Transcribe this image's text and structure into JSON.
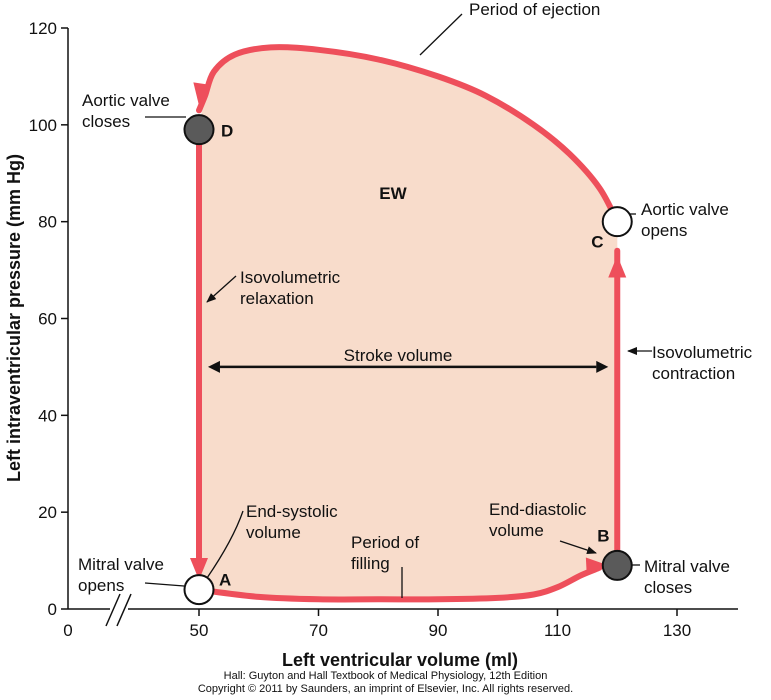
{
  "chart_data": {
    "type": "line",
    "xlabel": "Left ventricular volume (ml)",
    "ylabel": "Left intraventricular pressure (mm Hg)",
    "xlim": [
      0,
      140
    ],
    "ylim": [
      0,
      120
    ],
    "x_ticks": [
      0,
      50,
      70,
      90,
      110,
      130
    ],
    "y_ticks": [
      0,
      20,
      40,
      60,
      80,
      100,
      120
    ],
    "axis_break": "between 0 and 50 on x axis",
    "grid": false,
    "fill_color": "#f8dccb",
    "line_color": "#ee4f5b",
    "points": [
      {
        "id": "A",
        "label": "A",
        "x": 50,
        "y": 4,
        "marker": "open"
      },
      {
        "id": "B",
        "label": "B",
        "x": 120,
        "y": 9,
        "marker": "filled"
      },
      {
        "id": "C",
        "label": "C",
        "x": 120,
        "y": 80,
        "marker": "open"
      },
      {
        "id": "D",
        "label": "D",
        "x": 50,
        "y": 99,
        "marker": "filled"
      }
    ],
    "loop_path": [
      [
        50,
        4
      ],
      [
        60,
        2.5
      ],
      [
        70,
        2
      ],
      [
        80,
        2
      ],
      [
        90,
        2
      ],
      [
        100,
        2.3
      ],
      [
        106,
        3
      ],
      [
        110,
        4.5
      ],
      [
        114,
        7
      ],
      [
        120,
        9
      ],
      [
        120,
        80
      ],
      [
        117,
        87
      ],
      [
        112,
        94
      ],
      [
        106,
        100
      ],
      [
        98,
        106
      ],
      [
        90,
        110
      ],
      [
        80,
        113.5
      ],
      [
        70,
        115.5
      ],
      [
        62,
        116
      ],
      [
        56,
        114.5
      ],
      [
        52.5,
        111
      ],
      [
        51,
        106
      ],
      [
        50,
        99
      ],
      [
        50,
        4
      ]
    ],
    "annotations": [
      {
        "id": "ejection",
        "text": [
          "Period of ejection"
        ]
      },
      {
        "id": "aortic_closes",
        "text": [
          "Aortic valve",
          "closes"
        ]
      },
      {
        "id": "aortic_opens",
        "text": [
          "Aortic valve",
          "opens"
        ]
      },
      {
        "id": "iso_relax",
        "text": [
          "Isovolumetric",
          "relaxation"
        ]
      },
      {
        "id": "iso_contr",
        "text": [
          "Isovolumetric",
          "contraction"
        ]
      },
      {
        "id": "stroke",
        "text": [
          "Stroke volume"
        ]
      },
      {
        "id": "end_systolic",
        "text": [
          "End-systolic",
          "volume"
        ]
      },
      {
        "id": "end_diastolic",
        "text": [
          "End-diastolic",
          "volume"
        ]
      },
      {
        "id": "filling",
        "text": [
          "Period of",
          "filling"
        ]
      },
      {
        "id": "mitral_opens",
        "text": [
          "Mitral valve",
          "opens"
        ]
      },
      {
        "id": "mitral_closes",
        "text": [
          "Mitral valve",
          "closes"
        ]
      },
      {
        "id": "ew",
        "text": [
          "EW"
        ]
      }
    ]
  },
  "credit": {
    "line1": "Hall: Guyton and Hall Textbook of Medical Physiology, 12th Edition",
    "line2": "Copyright © 2011 by Saunders, an imprint of Elsevier, Inc. All rights reserved."
  }
}
